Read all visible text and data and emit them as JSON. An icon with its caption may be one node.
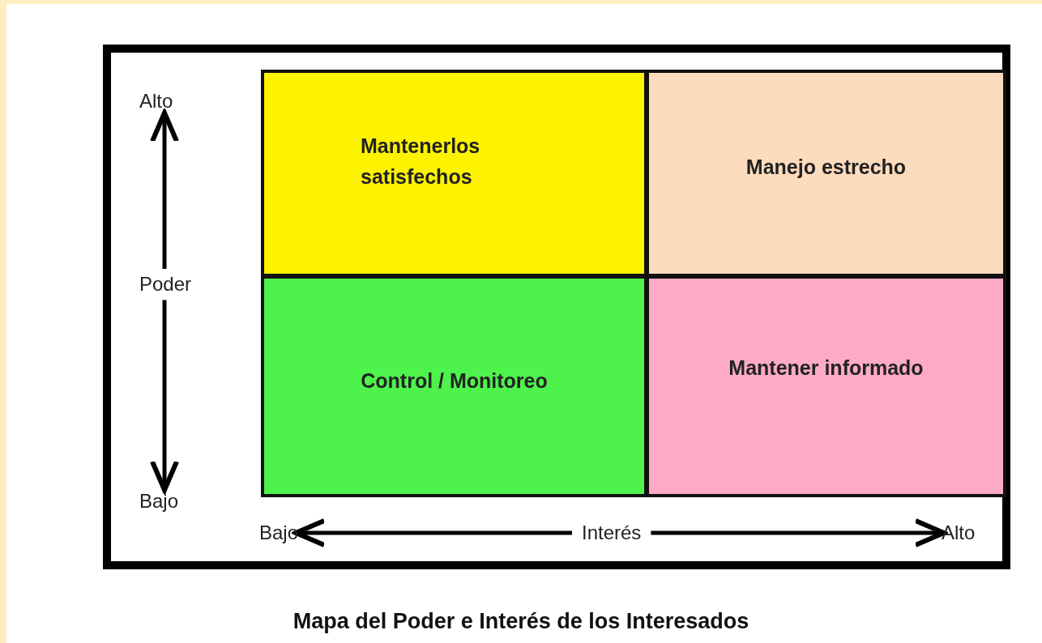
{
  "diagram": {
    "caption": "Mapa del Poder e Interés de los Interesados",
    "nodes": [
      {
        "text": [
          "Mantenerlos satisfechos"
        ]
      },
      {
        "text": [
          "Manejo estrecho"
        ]
      },
      {
        "text": [
          "Control / Monitoreo"
        ]
      },
      {
        "text": [
          "Mantener informado"
        ]
      },
      {
        "text": [
          "Alto"
        ]
      },
      {
        "text": [
          "Poder"
        ]
      },
      {
        "text": [
          "Bajo"
        ]
      },
      {
        "text": [
          "Bajo"
        ]
      },
      {
        "text": [
          "Interés"
        ]
      },
      {
        "text": [
          "Alto"
        ]
      }
    ],
    "edges": [
      {
        "from": 5,
        "to": 4,
        "arrow": "to"
      },
      {
        "from": 5,
        "to": 6,
        "arrow": "to"
      },
      {
        "from": 8,
        "to": 7,
        "arrow": "to"
      },
      {
        "from": 8,
        "to": 9,
        "arrow": "to"
      }
    ]
  }
}
